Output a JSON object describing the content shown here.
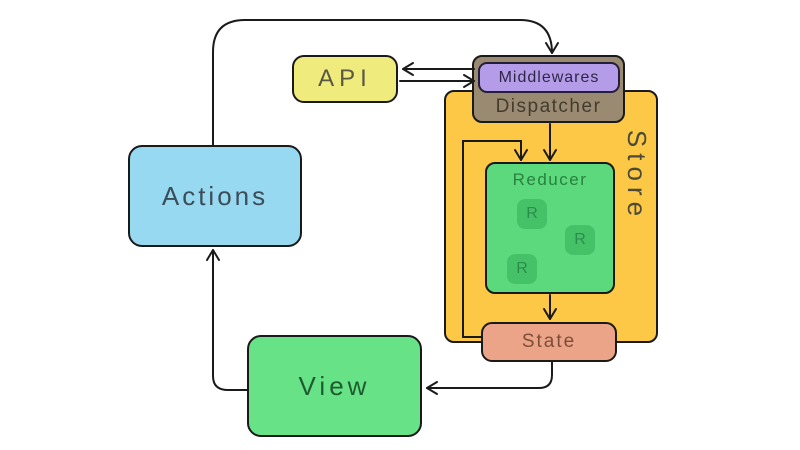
{
  "background": "#ffffff",
  "stroke": "#1a1a1a",
  "nodes": {
    "actions": {
      "label": "Actions",
      "fill": "#97d9f1",
      "text": "#3c4c58"
    },
    "api": {
      "label": "API",
      "fill": "#efeb7d",
      "text": "#5a5744"
    },
    "store": {
      "label": "Store",
      "fill": "#fcc845",
      "text": "#4c4a38"
    },
    "dispatcher": {
      "label": "Dispatcher",
      "fill": "#9b8a72",
      "text": "#423c2e"
    },
    "middlewares": {
      "label": "Middlewares",
      "fill": "#b49ce8",
      "text": "#2e2747"
    },
    "reducer": {
      "label": "Reducer",
      "fill": "#5cd97d",
      "text": "#27813f",
      "item_fill": "#45c268",
      "item_text": "#2c8c4c",
      "items": [
        {
          "label": "R"
        },
        {
          "label": "R"
        },
        {
          "label": "R"
        }
      ]
    },
    "state": {
      "label": "State",
      "fill": "#eca488",
      "text": "#7c4e3a"
    },
    "view": {
      "label": "View",
      "fill": "#68e287",
      "text": "#1e5c30"
    }
  },
  "edges": [
    {
      "from": "actions",
      "to": "middlewares"
    },
    {
      "from": "middlewares",
      "to": "api"
    },
    {
      "from": "api",
      "to": "middlewares"
    },
    {
      "from": "dispatcher",
      "to": "reducer"
    },
    {
      "from": "state",
      "to": "reducer"
    },
    {
      "from": "reducer",
      "to": "state"
    },
    {
      "from": "state",
      "to": "view"
    },
    {
      "from": "view",
      "to": "actions"
    }
  ]
}
